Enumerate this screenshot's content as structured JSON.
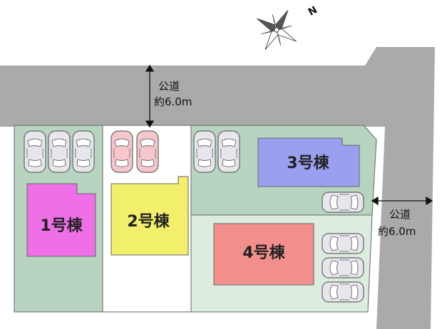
{
  "compass": {
    "north_label": "N"
  },
  "roads": {
    "top": {
      "line1": "公道",
      "line2": "約6.0m"
    },
    "right": {
      "line1": "公道",
      "line2": "約6.0m"
    }
  },
  "buildings": {
    "b1": {
      "label": "1号棟",
      "color": "#ee6fe6"
    },
    "b2": {
      "label": "2号棟",
      "color": "#f2ef6a"
    },
    "b3": {
      "label": "3号棟",
      "color": "#9b9ff0"
    },
    "b4": {
      "label": "4号棟",
      "color": "#f28f8c"
    }
  },
  "colors": {
    "road": "#aaaaaa",
    "lot_green": "#b7d4c0",
    "lot_light_green": "#dcecdf",
    "lot_white": "#ffffff",
    "car_gray": "#e6e6ec",
    "car_pink": "#f5c6cb"
  }
}
